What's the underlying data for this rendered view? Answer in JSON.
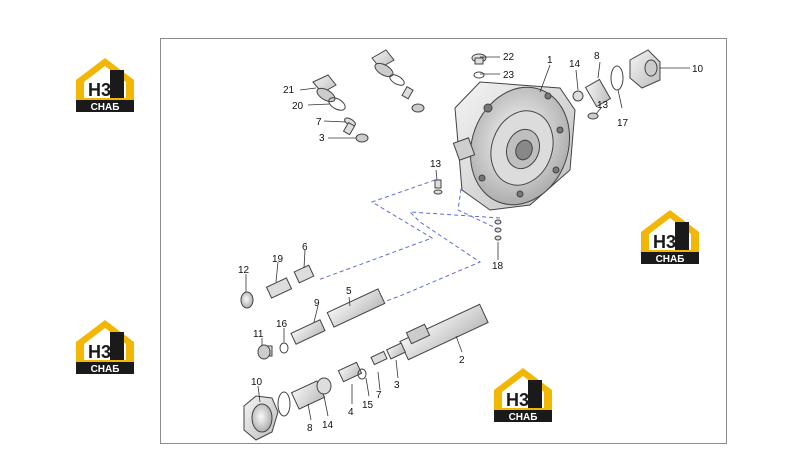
{
  "logo": {
    "letters": "H3",
    "caption": "СНАБ",
    "colors": {
      "gold": "#f2b705",
      "dark": "#1a1a1a",
      "white": "#ffffff"
    }
  },
  "callouts": [
    "22",
    "23",
    "1",
    "14",
    "8",
    "10",
    "21",
    "20",
    "7",
    "3",
    "13",
    "17",
    "13",
    "18",
    "6",
    "19",
    "12",
    "9",
    "5",
    "11",
    "16",
    "2",
    "10",
    "4",
    "7",
    "3",
    "15",
    "8",
    "14"
  ],
  "colors": {
    "dash": "#5a6fd6",
    "line": "#333333",
    "part_fill": "#e6e6e6",
    "part_stroke": "#444444",
    "callout": "#c0392b"
  }
}
